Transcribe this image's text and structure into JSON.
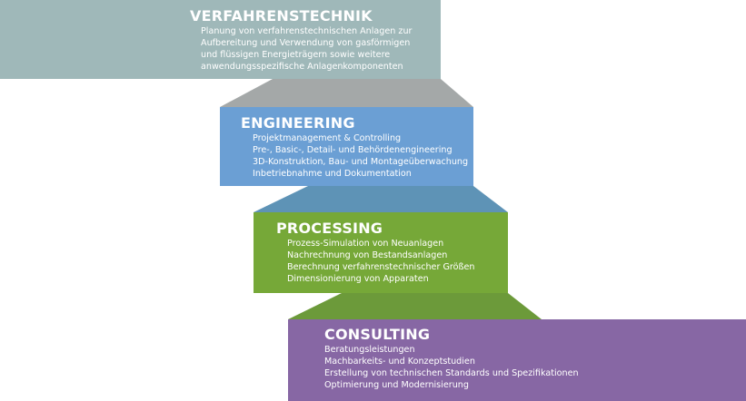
{
  "colors": {
    "verfahrenstechnik": "#9fb8b9",
    "engineering": "#6b9fd4",
    "processing": "#76a838",
    "consulting": "#8767a4",
    "connector_1": "#a4a8a8",
    "connector_2": "#5e93b6",
    "connector_3": "#6c9a3a",
    "text": "#ffffff"
  },
  "sections": {
    "verfahrenstechnik": {
      "title": "VERFAHRENSTECHNIK",
      "lines": [
        "Planung von verfahrenstechnischen Anlagen zur",
        "Aufbereitung und Verwendung von gasförmigen",
        "und flüssigen Energieträgern sowie weitere",
        "anwendungsspezifische Anlagenkomponenten"
      ]
    },
    "engineering": {
      "title": "ENGINEERING",
      "lines": [
        "Projektmanagement & Controlling",
        "Pre-, Basic-,  Detail- und  Behördenengineering",
        "3D-Konstruktion, Bau- und Montageüberwachung",
        "Inbetriebnahme und Dokumentation"
      ]
    },
    "processing": {
      "title": "PROCESSING",
      "lines": [
        "Prozess-Simulation von Neuanlagen",
        "Nachrechnung von Bestandsanlagen",
        "Berechnung verfahrenstechnischer Größen",
        "Dimensionierung von Apparaten"
      ]
    },
    "consulting": {
      "title": "CONSULTING",
      "lines": [
        "Beratungsleistungen",
        "Machbarkeits- und Konzeptstudien",
        "Erstellung von technischen Standards und Spezifikationen",
        "Optimierung und Modernisierung"
      ]
    }
  }
}
